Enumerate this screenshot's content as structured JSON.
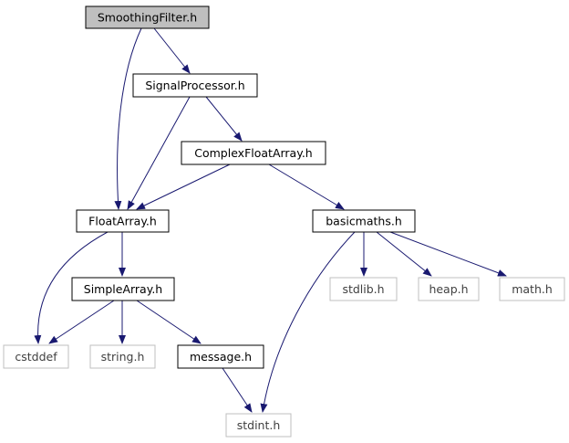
{
  "diagram": {
    "kind": "include-dependency-graph",
    "colors": {
      "edge": "#191970",
      "root_fill": "#bfbfbf",
      "internal_border": "#000000",
      "external_border": "#bfbfbf",
      "external_text": "#404040"
    },
    "nodes": [
      {
        "id": "smoothingfilter",
        "label": "SmoothingFilter.h",
        "kind": "root"
      },
      {
        "id": "signalprocessor",
        "label": "SignalProcessor.h",
        "kind": "internal"
      },
      {
        "id": "complexfloatarray",
        "label": "ComplexFloatArray.h",
        "kind": "internal"
      },
      {
        "id": "floatarray",
        "label": "FloatArray.h",
        "kind": "internal"
      },
      {
        "id": "basicmaths",
        "label": "basicmaths.h",
        "kind": "internal"
      },
      {
        "id": "simplearray",
        "label": "SimpleArray.h",
        "kind": "internal"
      },
      {
        "id": "message",
        "label": "message.h",
        "kind": "internal"
      },
      {
        "id": "cstddef",
        "label": "cstddef",
        "kind": "external"
      },
      {
        "id": "string",
        "label": "string.h",
        "kind": "external"
      },
      {
        "id": "stdlib",
        "label": "stdlib.h",
        "kind": "external"
      },
      {
        "id": "heap",
        "label": "heap.h",
        "kind": "external"
      },
      {
        "id": "math",
        "label": "math.h",
        "kind": "external"
      },
      {
        "id": "stdint",
        "label": "stdint.h",
        "kind": "external"
      }
    ],
    "edges": [
      {
        "from": "smoothingfilter",
        "to": "signalprocessor"
      },
      {
        "from": "smoothingfilter",
        "to": "floatarray"
      },
      {
        "from": "signalprocessor",
        "to": "floatarray"
      },
      {
        "from": "signalprocessor",
        "to": "complexfloatarray"
      },
      {
        "from": "complexfloatarray",
        "to": "floatarray"
      },
      {
        "from": "complexfloatarray",
        "to": "basicmaths"
      },
      {
        "from": "floatarray",
        "to": "simplearray"
      },
      {
        "from": "floatarray",
        "to": "cstddef"
      },
      {
        "from": "simplearray",
        "to": "cstddef"
      },
      {
        "from": "simplearray",
        "to": "string"
      },
      {
        "from": "simplearray",
        "to": "message"
      },
      {
        "from": "message",
        "to": "stdint"
      },
      {
        "from": "basicmaths",
        "to": "stdint"
      },
      {
        "from": "basicmaths",
        "to": "stdlib"
      },
      {
        "from": "basicmaths",
        "to": "heap"
      },
      {
        "from": "basicmaths",
        "to": "math"
      }
    ]
  }
}
